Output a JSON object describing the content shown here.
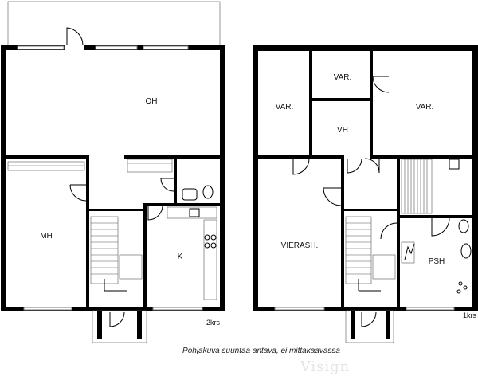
{
  "floor_upper": {
    "level_label": "2krs",
    "rooms": {
      "var_left": "VAR.",
      "var_top": "VAR.",
      "var_right": "VAR.",
      "vh": "VH",
      "guest": "VIERASH.",
      "psh": "PSH"
    }
  },
  "floor_lower": {
    "level_label": "1krs",
    "rooms": {
      "oh": "OH",
      "mh": "MH",
      "k": "K"
    }
  },
  "caption": "Pohjakuva suuntaa antava, ei mittakaavassa",
  "watermark": "Visign"
}
